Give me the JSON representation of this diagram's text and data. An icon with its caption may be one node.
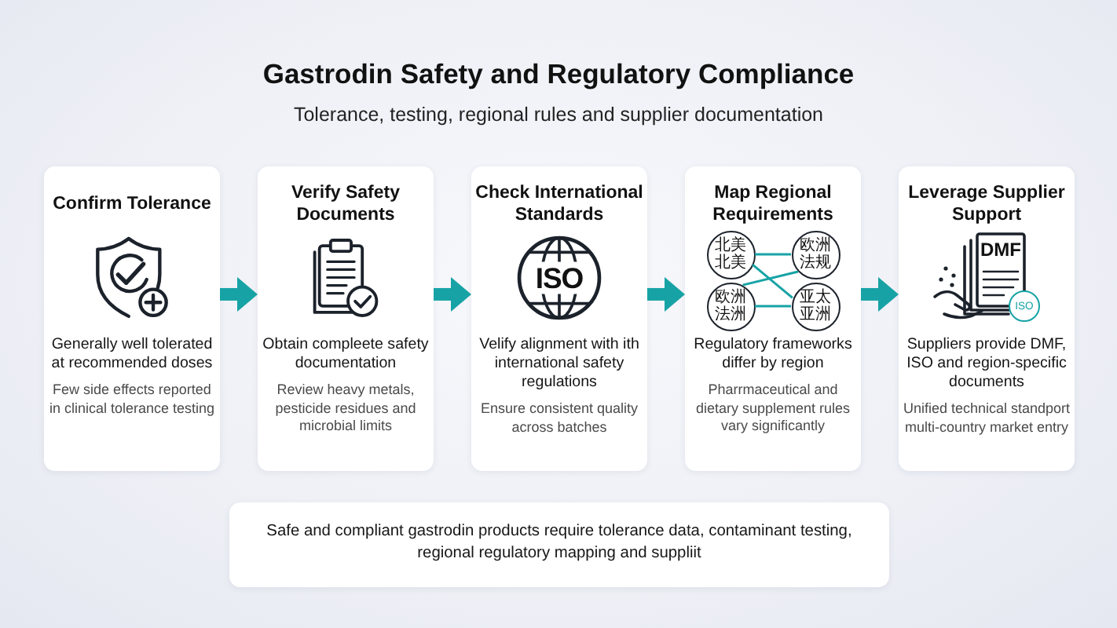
{
  "diagram": {
    "title": "Gastrodin Safety and Regulatory Compliance",
    "nodes": [
      {
        "text": [
          "Confirm Tolerance",
          "Generally well tolerated at recommended doses",
          "Few side effects reported in clinical tolerance testing"
        ]
      },
      {
        "text": [
          "Verify Safety Documents",
          "Obtain compleete safety documentation",
          "Review heavy metals, pesticide residues and microbial limits"
        ]
      },
      {
        "text": [
          "Check International Standards",
          "Velify alignment with ith international safety regulations",
          "Ensure consistent quality across batches"
        ]
      },
      {
        "text": [
          "Map Regional Requirements",
          "Regulatory frameworks differ by region",
          "Pharrmaceutical and dietary supplement rules vary significantly"
        ]
      },
      {
        "text": [
          "北美北美"
        ],
        "in": 3
      },
      {
        "text": [
          "欧洲法规"
        ],
        "in": 3
      },
      {
        "text": [
          "欧洲法洲"
        ],
        "in": 3
      },
      {
        "text": [
          "亚太亚洲"
        ],
        "in": 3
      },
      {
        "text": [
          "Leverage Supplier Support",
          "Suppliers provide DMF, ISO and region-specific documents",
          "Unified technical standport multi-country market entry"
        ]
      },
      {
        "text": [
          "Safe and compliant gastrodin products require tolerance data, contaminant testing, regional regulatory mapping and suppliit"
        ]
      }
    ],
    "edges": [
      {
        "from": 0,
        "to": 1,
        "arrow": "to",
        "style": "thick"
      },
      {
        "from": 1,
        "to": 2,
        "arrow": "to",
        "style": "thick"
      },
      {
        "from": 2,
        "to": 3,
        "arrow": "to",
        "style": "thick"
      },
      {
        "from": 3,
        "to": 8,
        "arrow": "to",
        "style": "thick"
      },
      {
        "from": 4,
        "to": 5,
        "arrow": "none"
      },
      {
        "from": 6,
        "to": 7,
        "arrow": "none"
      },
      {
        "from": 4,
        "to": 7,
        "arrow": "none"
      },
      {
        "from": 6,
        "to": 5,
        "arrow": "none"
      }
    ],
    "labels": [
      "Tolerance, testing, regional rules and supplier documentation",
      "ISO",
      "DMF",
      "ISO"
    ]
  }
}
